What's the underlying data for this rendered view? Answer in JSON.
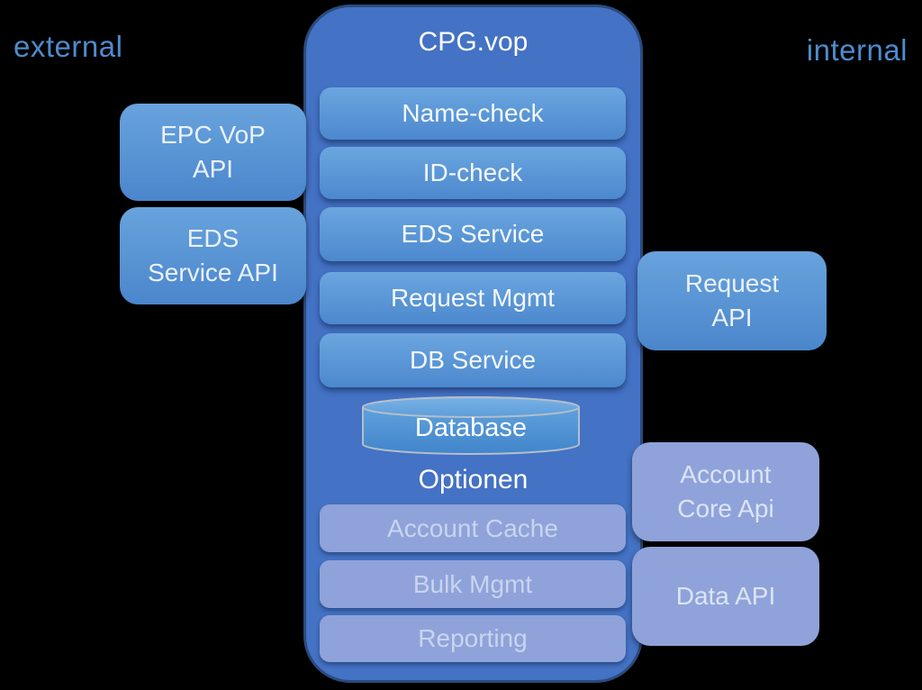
{
  "zones": {
    "external_label": "external",
    "internal_label": "internal"
  },
  "main": {
    "title": "CPG.vop",
    "services": [
      "Name-check",
      "ID-check",
      "EDS Service",
      "Request Mgmt",
      "DB Service"
    ],
    "database_label": "Database",
    "options_heading": "Optionen",
    "option_services": [
      "Account Cache",
      "Bulk Mgmt",
      "Reporting"
    ]
  },
  "external_apis": [
    {
      "label": "EPC VoP\nAPI"
    },
    {
      "label": "EDS\nService API"
    }
  ],
  "internal_apis": [
    {
      "label": "Request\nAPI"
    },
    {
      "label": "Account\nCore Api"
    },
    {
      "label": "Data API"
    }
  ],
  "colors": {
    "background": "#000000",
    "container_fill": "#4472C4",
    "container_border": "#2B4B7E",
    "service_gradient_top": "#6BA6DF",
    "service_gradient_bottom": "#4C88CE",
    "option_fill": "#8FA3DA",
    "zone_label_blue": "#4E8BCD",
    "cylinder_border": "#B3BFCA",
    "text_white": "#FFFFFF"
  }
}
